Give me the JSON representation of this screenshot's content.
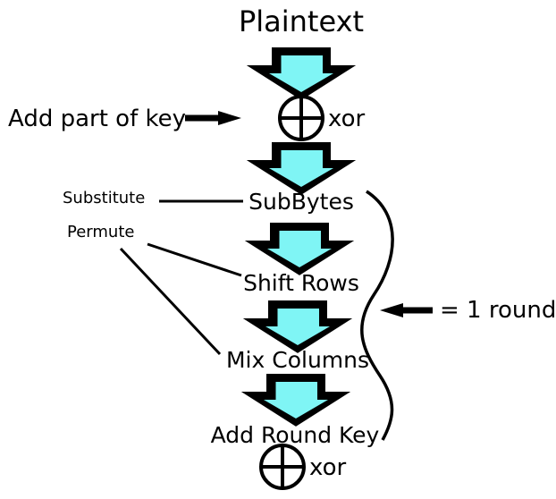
{
  "title": "Plaintext",
  "add_key_label": "Add part of key",
  "xor_label": "xor",
  "steps": {
    "subbytes": "SubBytes",
    "shift_rows": "Shift Rows",
    "mix_columns": "Mix Columns",
    "add_round_key": "Add Round Key"
  },
  "annotations": {
    "substitute": "Substitute",
    "permute": "Permute",
    "round": "= 1 round"
  },
  "colors": {
    "arrow_fill": "#7FF5F5",
    "stroke": "#000000"
  }
}
